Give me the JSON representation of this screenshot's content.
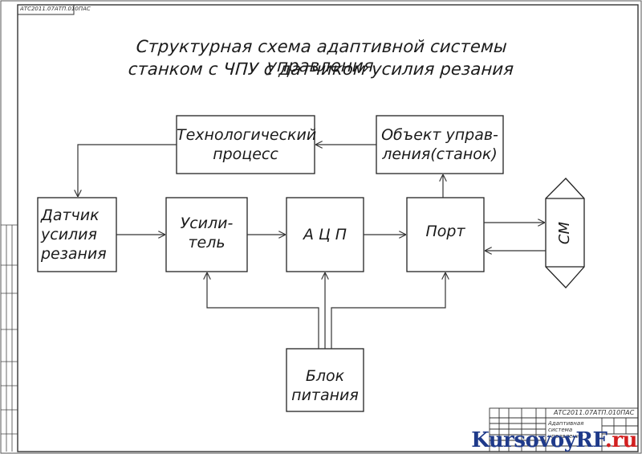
{
  "title": {
    "line1": "Структурная схема адаптивной системы управления",
    "line2": "станком с ЧПУ с датчиком усилия резания"
  },
  "blocks": {
    "tech_process": "Технологический процесс",
    "object": "Объект управ- ления(станок)",
    "sensor": "Датчик усилия резания",
    "amplifier": "Усили- тель",
    "adc": "А Ц П",
    "port": "Порт",
    "power": "Блок питания",
    "bus": "СМ"
  },
  "stamp": {
    "doc_code": "АТС2011.07АТП.010ПАС",
    "doc_title": "Адаптивная система управления"
  },
  "top_left_code": "АТС2011.07АТП.010ПАС",
  "watermark": {
    "main": "KursovoyRF",
    "suffix": ".ru"
  }
}
